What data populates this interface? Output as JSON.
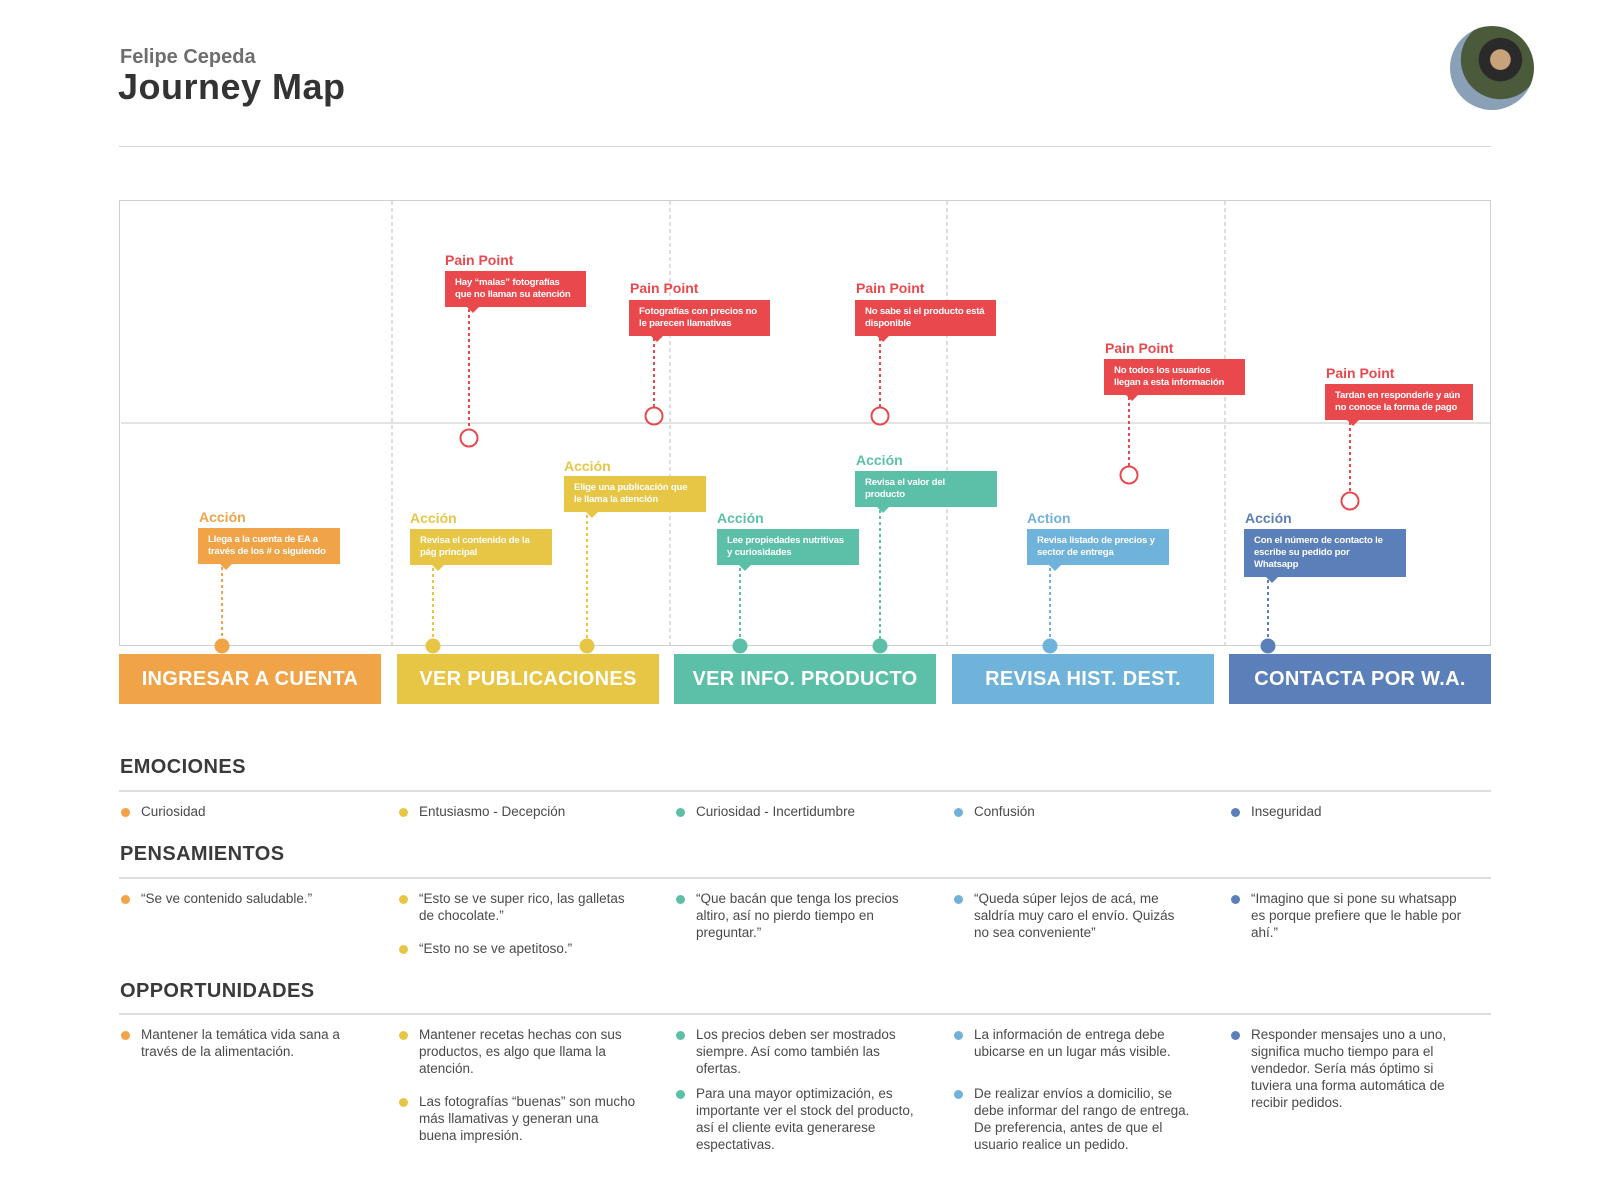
{
  "header": {
    "author": "Felipe Cepeda",
    "title": "Journey Map"
  },
  "colors": {
    "orange": "#F0A347",
    "yellow": "#E8C645",
    "teal": "#5CC0A8",
    "lightblue": "#6FB2DA",
    "darkblue": "#5B7FB8",
    "red": "#E9484D"
  },
  "stages": [
    {
      "label": "INGRESAR A CUENTA",
      "color": "#F0A347"
    },
    {
      "label": "VER PUBLICACIONES",
      "color": "#E8C645"
    },
    {
      "label": "VER INFO. PRODUCTO",
      "color": "#5CC0A8"
    },
    {
      "label": "REVISA HIST. DEST.",
      "color": "#6FB2DA"
    },
    {
      "label": "CONTACTA POR W.A.",
      "color": "#5B7FB8"
    }
  ],
  "actions": [
    {
      "title": "Acción",
      "text": "Llega a la cuenta de EA a través de los # o siguiendo",
      "color": "#F0A347"
    },
    {
      "title": "Acción",
      "text": "Revisa el contenido de la pág principal",
      "color": "#E8C645"
    },
    {
      "title": "Acción",
      "text": "Elige una publicación que le llama la atención",
      "color": "#E8C645"
    },
    {
      "title": "Acción",
      "text": "Lee propiedades nutritivas y curiosidades",
      "color": "#5CC0A8"
    },
    {
      "title": "Acción",
      "text": "Revisa el valor del producto",
      "color": "#5CC0A8"
    },
    {
      "title": "Action",
      "text": "Revisa listado de precios y sector de entrega",
      "color": "#6FB2DA"
    },
    {
      "title": "Acción",
      "text": "Con el número de contacto le escribe su pedido por Whatsapp",
      "color": "#5B7FB8"
    }
  ],
  "pain_points": [
    {
      "title": "Pain Point",
      "text": "Hay “malas” fotografías que no llaman su atención"
    },
    {
      "title": "Pain Point",
      "text": "Fotografías con precios no le parecen llamativas"
    },
    {
      "title": "Pain Point",
      "text": "No sabe si el producto está disponible"
    },
    {
      "title": "Pain Point",
      "text": "No todos los usuarios llegan a esta información"
    },
    {
      "title": "Pain Point",
      "text": "Tardan en responderle y aún no conoce la forma de pago"
    }
  ],
  "emociones": {
    "title": "EMOCIONES",
    "items": [
      "Curiosidad",
      "Entusiasmo - Decepción",
      "Curiosidad - Incertidumbre",
      "Confusión",
      "Inseguridad"
    ]
  },
  "pensamientos": {
    "title": "PENSAMIENTOS",
    "items": [
      [
        "“Se ve contenido saludable.”"
      ],
      [
        "“Esto se ve super rico, las galletas de chocolate.”",
        "“Esto no se ve apetitoso.”"
      ],
      [
        "“Que bacán que tenga los precios altiro, así no pierdo tiempo en preguntar.”"
      ],
      [
        "“Queda súper lejos de acá, me saldría muy caro el envío. Quizás no sea conveniente”"
      ],
      [
        "“Imagino que si pone su whatsapp es porque prefiere que le hable por ahí.”"
      ]
    ]
  },
  "oportunidades": {
    "title": "OPPORTUNIDADES",
    "items": [
      [
        "Mantener la temática vida sana a través de la alimentación."
      ],
      [
        "Mantener recetas hechas con sus productos, es algo que llama la atención.",
        "Las fotografías “buenas” son mucho más llamativas y generan una buena impresión."
      ],
      [
        "Los precios deben ser mostrados siempre. Así como también las ofertas.",
        "Para una mayor optimización, es importante ver el stock del producto, así el cliente evita generarese espectativas."
      ],
      [
        "La información de entrega debe ubicarse en un lugar más visible.",
        "De realizar envíos a domicilio, se debe informar del rango de entrega. De preferencia, antes de que el usuario realice un pedido."
      ],
      [
        "Responder mensajes uno a uno, significa mucho tiempo para el vendedor. Sería más óptimo si tuviera una forma automática de recibir pedidos."
      ]
    ]
  }
}
